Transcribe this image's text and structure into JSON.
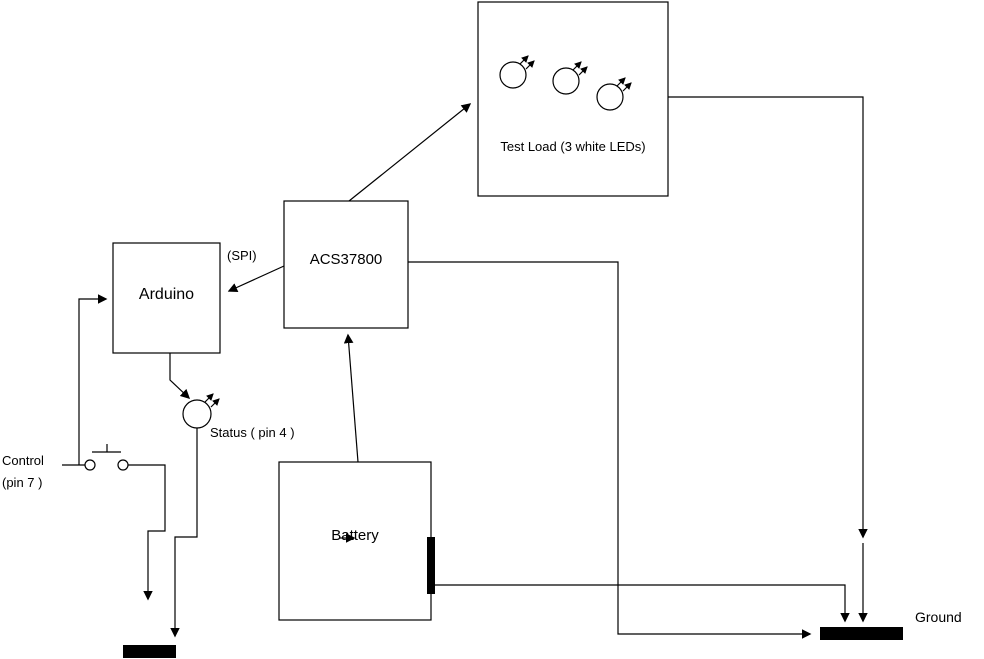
{
  "colors": {
    "background": "#ffffff",
    "line": "#000000",
    "text": "#000000"
  },
  "blocks": {
    "test_load": {
      "label": "Test Load (3 white LEDs)",
      "led_count": 3
    },
    "acs37800": {
      "label": "ACS37800"
    },
    "arduino": {
      "label": "Arduino"
    },
    "battery": {
      "label": "Battery"
    }
  },
  "annotations": {
    "spi": "(SPI)",
    "status_led": "Status ( pin 4 )",
    "control": "Control",
    "control_pin": "(pin 7 )",
    "ground": "Ground"
  }
}
